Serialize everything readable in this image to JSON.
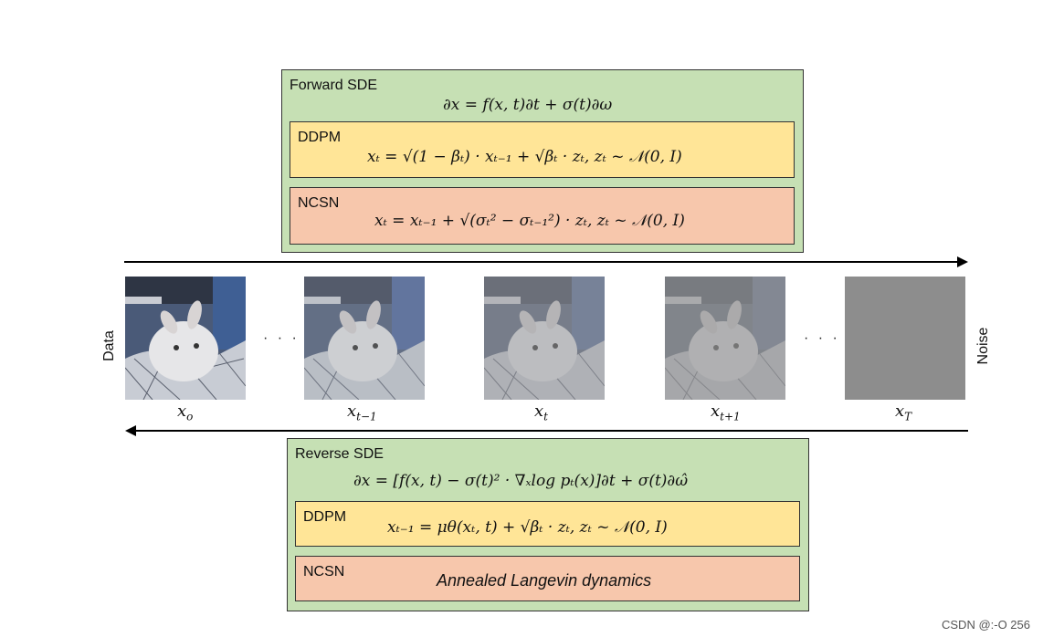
{
  "forward": {
    "title": "Forward SDE",
    "equation": "∂x = f(x, t)∂t + σ(t)∂ω",
    "ddpm": {
      "label": "DDPM",
      "equation": "xₜ = √(1 − βₜ) · xₜ₋₁ + √βₜ · zₜ, zₜ ~ 𝒩(0, I)"
    },
    "ncsn": {
      "label": "NCSN",
      "equation": "xₜ = xₜ₋₁ + √(σₜ² − σₜ₋₁²) · zₜ, zₜ ~ 𝒩(0, I)"
    }
  },
  "reverse": {
    "title": "Reverse SDE",
    "equation": "∂x = [f(x, t) − σ(t)² · ∇ₓlog pₜ(x)]∂t + σ(t)∂ω̂",
    "ddpm": {
      "label": "DDPM",
      "equation": "xₜ₋₁ = μθ(xₜ, t) + √βₜ · zₜ, zₜ ~ 𝒩(0, I)"
    },
    "ncsn": {
      "label": "NCSN",
      "equation": "Annealed Langevin dynamics"
    }
  },
  "left_label": "Data",
  "right_label": "Noise",
  "ellipsis": "· · ·",
  "images": [
    {
      "label": "x",
      "sub": "o",
      "noise_level": 0.0
    },
    {
      "label": "x",
      "sub": "t−1",
      "noise_level": 0.25
    },
    {
      "label": "x",
      "sub": "t",
      "noise_level": 0.45
    },
    {
      "label": "x",
      "sub": "t+1",
      "noise_level": 0.6
    },
    {
      "label": "x",
      "sub": "T",
      "noise_level": 1.0
    }
  ],
  "watermark": "CSDN @:-O   256",
  "colors": {
    "sde_box": "#c6e0b4",
    "ddpm_box": "#ffe597",
    "ncsn_box": "#f7c7ac"
  }
}
